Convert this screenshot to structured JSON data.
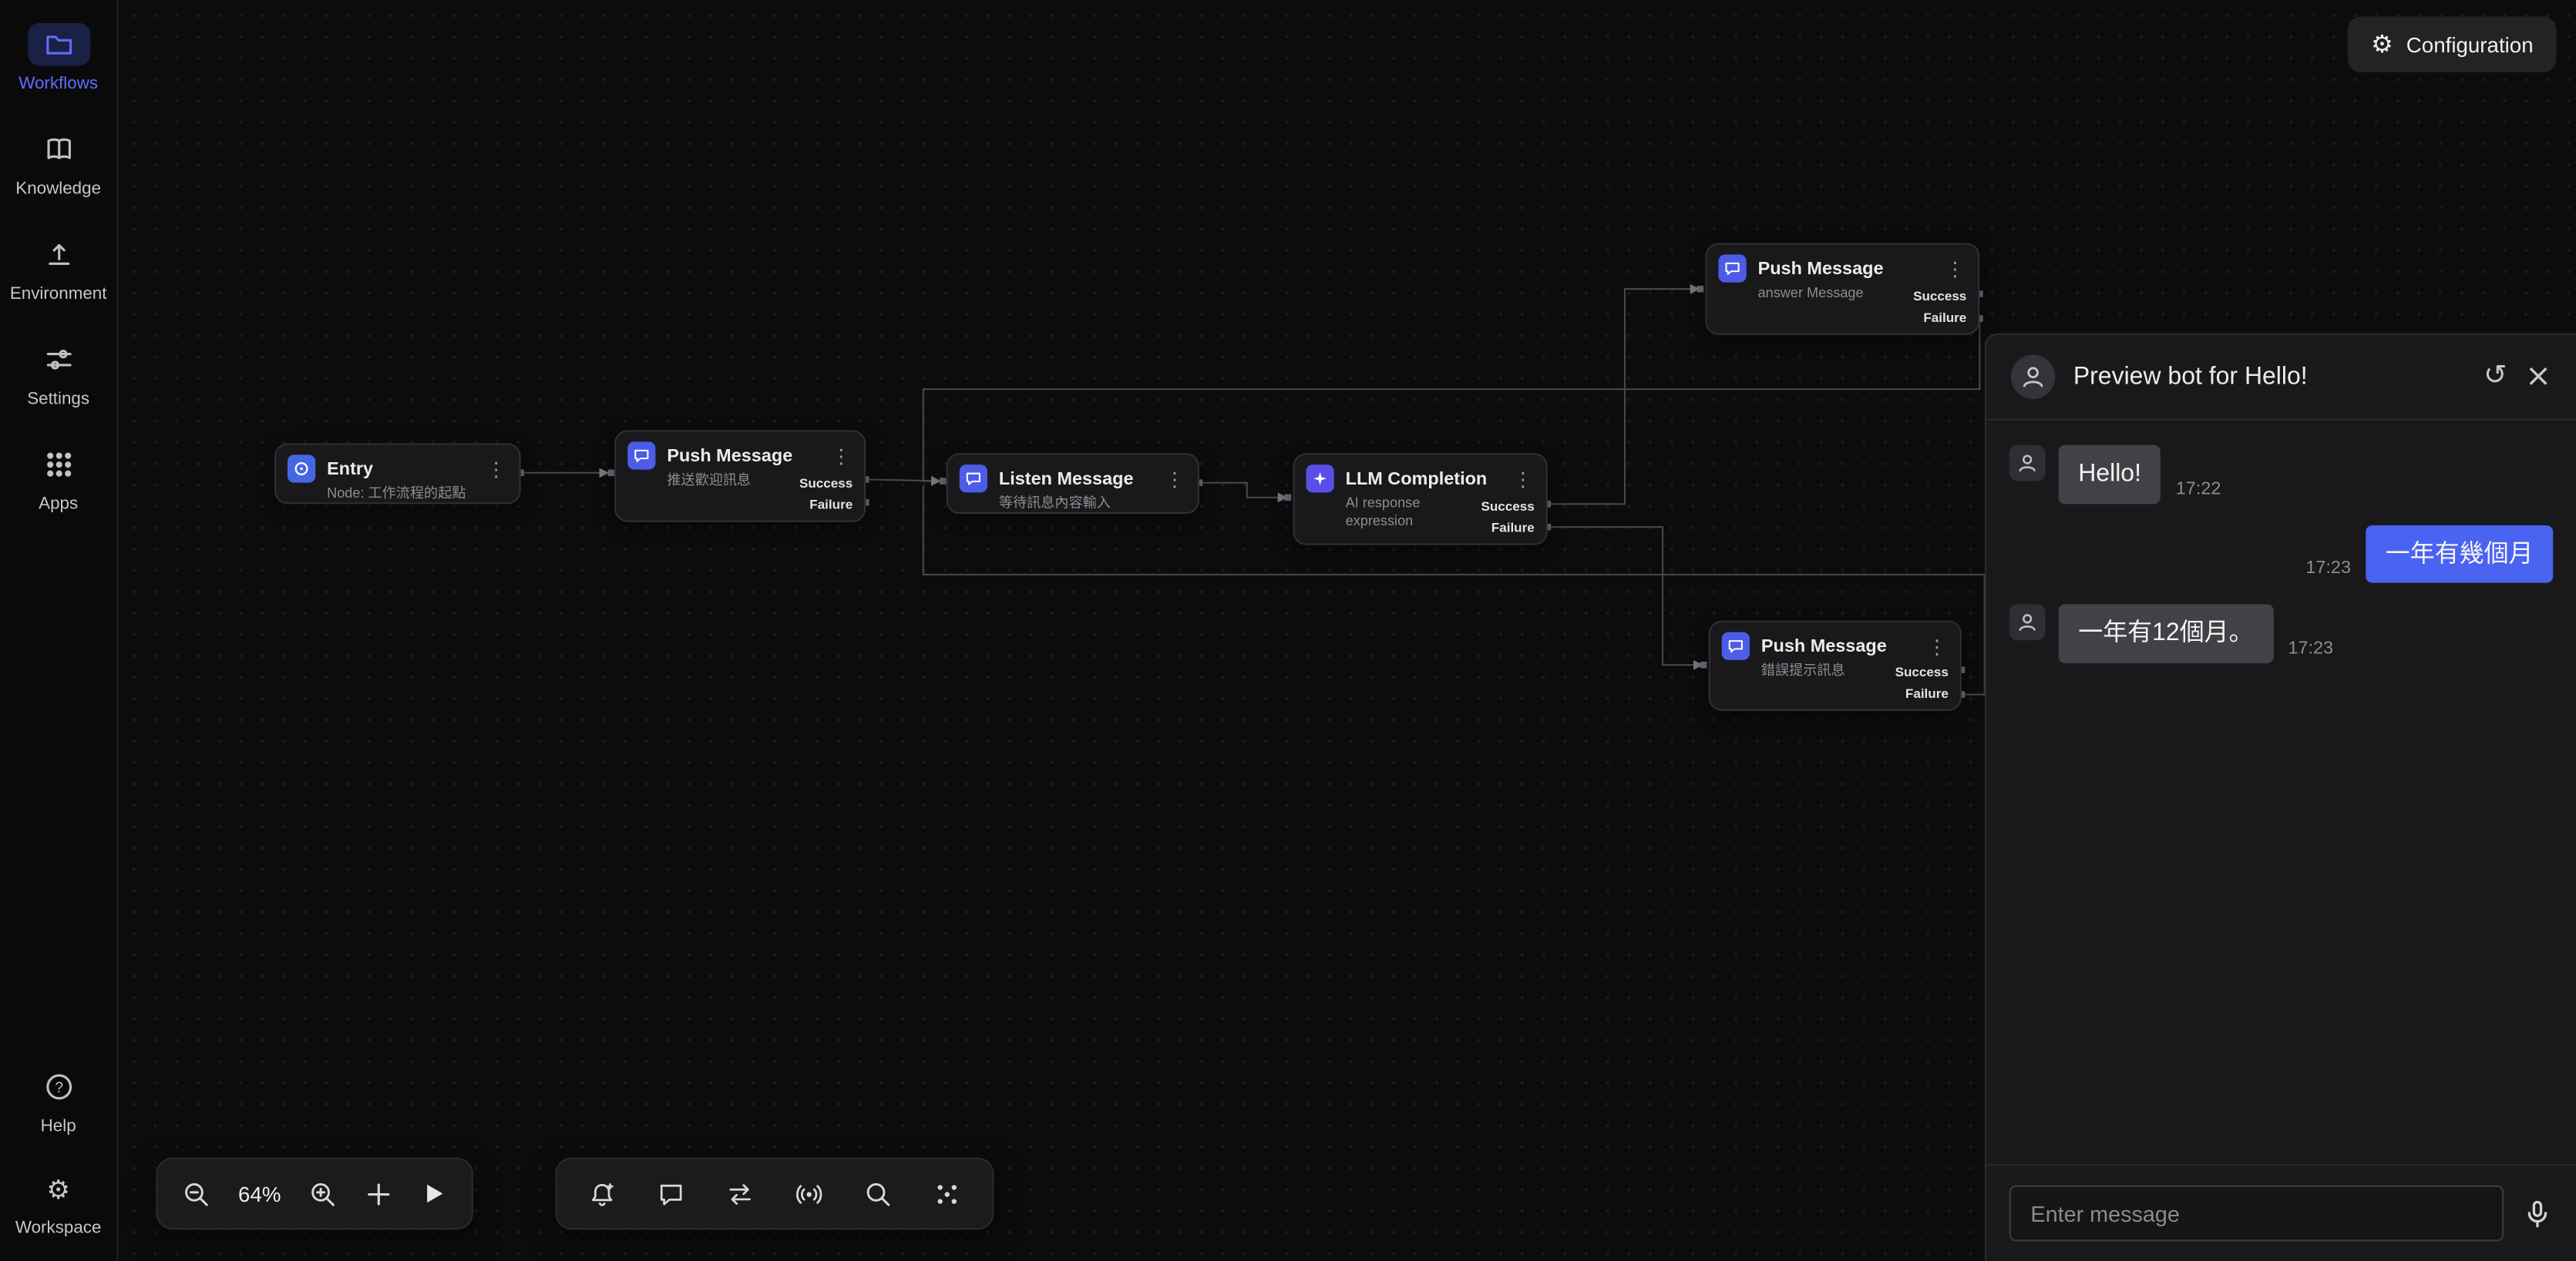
{
  "topbar": {
    "configuration": "Configuration"
  },
  "sidebar": {
    "items": [
      {
        "label": "Workflows",
        "icon": "folder-icon",
        "active": true
      },
      {
        "label": "Knowledge",
        "icon": "book-icon",
        "active": false
      },
      {
        "label": "Environment",
        "icon": "upload-icon",
        "active": false
      },
      {
        "label": "Settings",
        "icon": "sliders-icon",
        "active": false
      },
      {
        "label": "Apps",
        "icon": "apps-grid-icon",
        "active": false
      }
    ],
    "footer_items": [
      {
        "label": "Help",
        "icon": "help-circle-icon"
      },
      {
        "label": "Workspace",
        "icon": "gear-icon"
      }
    ]
  },
  "canvas": {
    "zoom_level": "64%",
    "nodes": [
      {
        "title": "Entry",
        "subtitle": "Node: 工作流程的起點"
      },
      {
        "title": "Push Message",
        "subtitle": "推送歡迎訊息",
        "success": "Success",
        "failure": "Failure"
      },
      {
        "title": "Listen Message",
        "subtitle": "等待訊息內容輸入"
      },
      {
        "title": "LLM Completion",
        "subtitle": "AI response expression",
        "success": "Success",
        "failure": "Failure"
      },
      {
        "title": "Push Message",
        "subtitle": "answer Message",
        "success": "Success",
        "failure": "Failure"
      },
      {
        "title": "Push Message",
        "subtitle": "錯誤提示訊息",
        "success": "Success",
        "failure": "Failure"
      }
    ],
    "toolbar_icons_left": [
      "zoom-out-icon",
      "zoom-in-icon",
      "add-icon",
      "run-icon"
    ],
    "toolbar_icons_right": [
      "notification-add-icon",
      "chat-bubble-icon",
      "swap-arrows-icon",
      "broadcast-icon",
      "search-icon",
      "dots-grid-icon"
    ]
  },
  "chat": {
    "title": "Preview bot for Hello!",
    "messages": [
      {
        "role": "bot",
        "text": "Hello!",
        "time": "17:22"
      },
      {
        "role": "user",
        "text": "一年有幾個月",
        "time": "17:23"
      },
      {
        "role": "bot",
        "text": "一年有12個月。",
        "time": "17:23"
      }
    ],
    "input_placeholder": "Enter message"
  }
}
